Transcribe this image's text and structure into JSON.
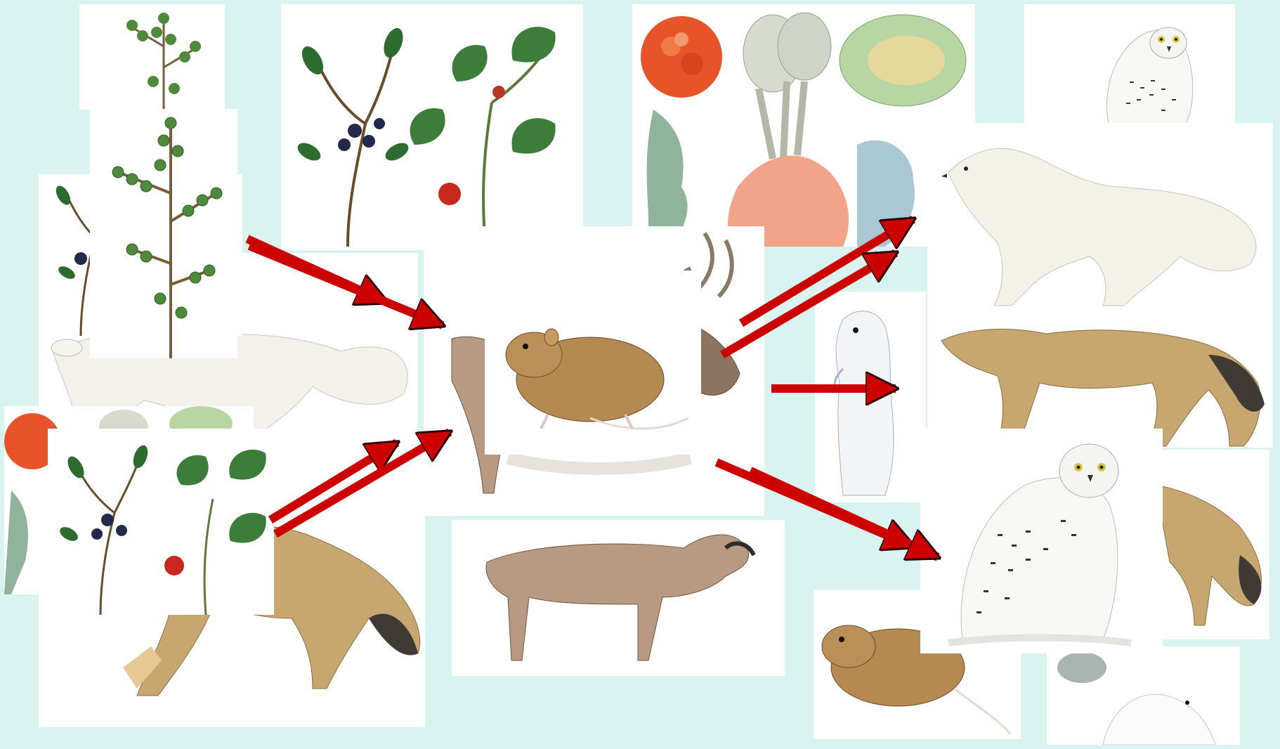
{
  "background_color": "#d8f3f0",
  "arrow_color": "#cc0000",
  "arrow_outline": "#2a0000",
  "illustrations": [
    {
      "key": "dwarf-birch",
      "icon": "dwarf-birch-sprig"
    },
    {
      "key": "blueberry-cloudberry",
      "icon": "berry-sprigs"
    },
    {
      "key": "lichens",
      "icon": "lichen-cluster"
    },
    {
      "key": "snowy-owl",
      "icon": "owl"
    },
    {
      "key": "arctic-fox",
      "icon": "white-fox"
    },
    {
      "key": "wolf",
      "icon": "wolf"
    },
    {
      "key": "reindeer",
      "icon": "reindeer"
    },
    {
      "key": "lemming",
      "icon": "lemming"
    },
    {
      "key": "ermine",
      "icon": "stoat"
    }
  ],
  "food_web_links": [
    {
      "from": "dwarf-birch",
      "to": "herbivores"
    },
    {
      "from": "blueberry-cloudberry",
      "to": "herbivores"
    },
    {
      "from": "herbivores",
      "to": "arctic-fox"
    },
    {
      "from": "herbivores",
      "to": "ermine"
    },
    {
      "from": "herbivores",
      "to": "snowy-owl"
    }
  ]
}
